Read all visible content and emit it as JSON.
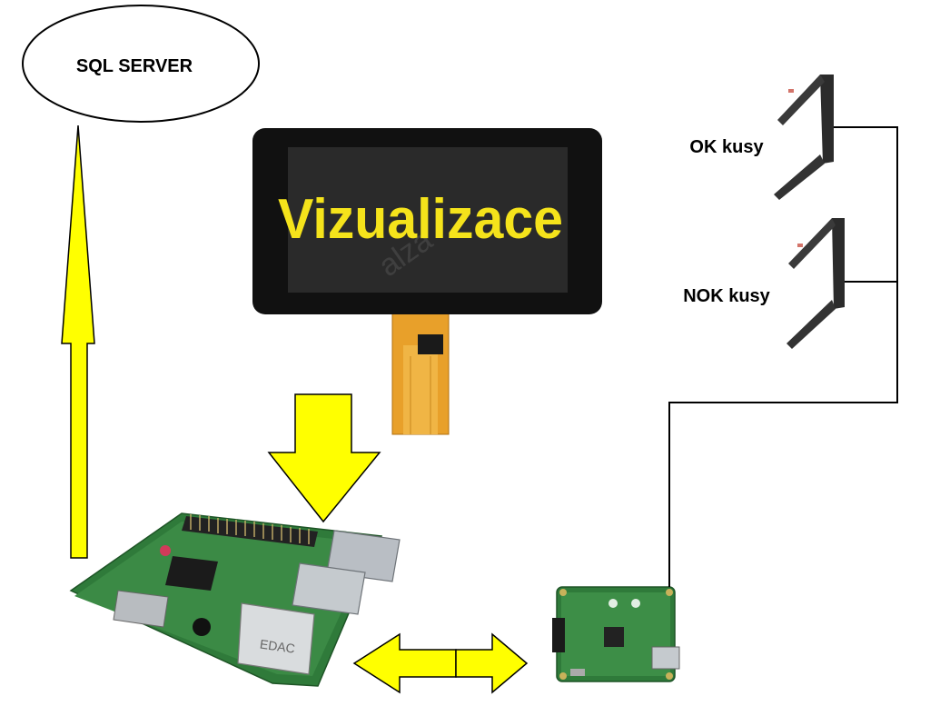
{
  "nodes": {
    "sql_server": {
      "label": "SQL SERVER"
    },
    "display": {
      "label": "Vizualizace",
      "watermark": "alza"
    },
    "sensor_ok": {
      "label": "OK kusy"
    },
    "sensor_nok": {
      "label": "NOK kusy"
    },
    "raspberry_pi": {
      "chip_label": "EDAC"
    }
  },
  "colors": {
    "arrow_fill": "#ffff00",
    "display_text": "#f5e31b",
    "display_bezel": "#111111",
    "display_screen": "#2a2a2a",
    "ribbon": "#e8a02a",
    "pcb_green": "#2f7a3a",
    "sensor_body": "#2b2b2b",
    "line": "#000000"
  },
  "icons": [
    "raspberry-pi-board-icon",
    "touch-display-icon",
    "fork-light-barrier-icon",
    "io-board-icon"
  ]
}
